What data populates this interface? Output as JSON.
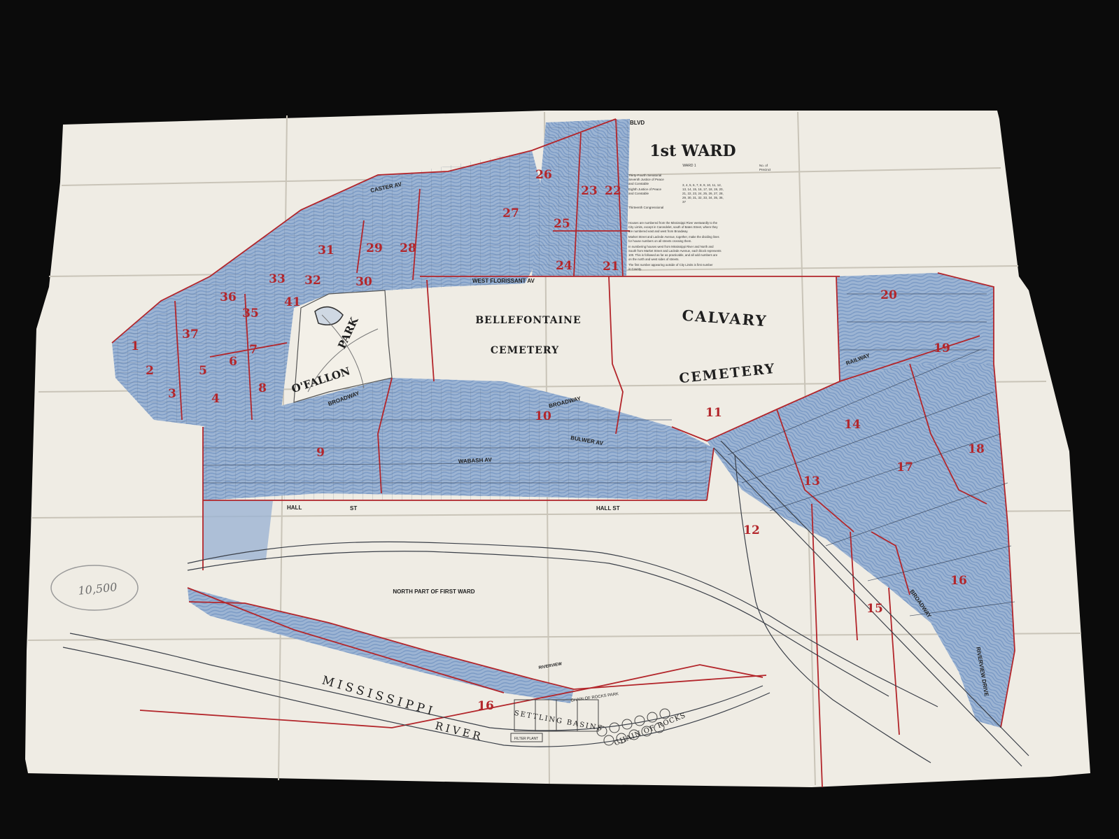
{
  "title": "1st WARD",
  "legend": {
    "table_heading": "WARD 1",
    "col_heads": [
      "No. of",
      "Precinct"
    ],
    "rows": [
      "Thirty-Fourth Senatorial",
      "Seventh Justice of Peace",
      "and Constable",
      "Eighth Justice of Peace",
      "and Constable",
      "Thirteenth Congressional"
    ],
    "precinct_list": [
      "3, 4, 5, 6, 7, 8, 9, 10, 11, 12,",
      "13, 14, 15, 16, 17, 18, 19, 20,",
      "21, 22, 23, 24, 25, 26, 27, 28,",
      "29, 30, 31, 32, 33, 34, 35, 36,",
      "37"
    ],
    "notes": [
      "Houses are numbered from the Mississippi River westwardly to the",
      "City Limits, except in Carondelet, south of Bates Street, where they",
      "are numbered east and west from Broadway.",
      "Market Street and Laclede Avenue, together, make the dividing lines",
      "for house numbers on all streets crossing them.",
      "In numbering houses west from Mississippi River and North and",
      "South from Market Street and Laclede Avenue, each block represents",
      "100. This is followed as far as practicable, and all odd numbers are",
      "on the north and west sides of streets.",
      "The first number appearing outside of City Limits is first number",
      "in County."
    ]
  },
  "areas": {
    "bellefontaine_1": "BELLEFONTAINE",
    "bellefontaine_2": "CEMETERY",
    "calvary_1": "CALVARY",
    "calvary_2": "CEMETERY",
    "ofallon": "O'FALLON",
    "park": "PARK",
    "north_part": "NORTH PART OF FIRST WARD",
    "mississippi": "MISSISSIPPI",
    "river": "RIVER",
    "chain_of_rocks": "CHAIN OF ROCKS",
    "chain_park": "CHAIN OF ROCKS PARK",
    "settling_basins": "SETTLING BASINS",
    "filter_plant": "FILTER PLANT",
    "pencil_note": "10,500"
  },
  "streets": {
    "broadway_1": "BROADWAY",
    "broadway_2": "BROADWAY",
    "broadway_3": "BROADWAY",
    "bulwer": "BULWER AV",
    "wabash": "WABASH AV",
    "hall_1": "HALL",
    "hall_2": "ST",
    "hall_3": "HALL ST",
    "west_florissant": "WEST FLORISSANT AV",
    "riverview": "RIVERVIEW DRIVE",
    "railway": "RAILWAY",
    "caster": "CASTER AV",
    "blvd": "BLVD",
    "riverview_2": "RIVERVIEW"
  },
  "precincts": [
    {
      "n": "1"
    },
    {
      "n": "2"
    },
    {
      "n": "3"
    },
    {
      "n": "4"
    },
    {
      "n": "5"
    },
    {
      "n": "6"
    },
    {
      "n": "7"
    },
    {
      "n": "8"
    },
    {
      "n": "9"
    },
    {
      "n": "10"
    },
    {
      "n": "11"
    },
    {
      "n": "12"
    },
    {
      "n": "13"
    },
    {
      "n": "14"
    },
    {
      "n": "15"
    },
    {
      "n": "16"
    },
    {
      "n": "17"
    },
    {
      "n": "18"
    },
    {
      "n": "19"
    },
    {
      "n": "20"
    },
    {
      "n": "21"
    },
    {
      "n": "22"
    },
    {
      "n": "23"
    },
    {
      "n": "24"
    },
    {
      "n": "25"
    },
    {
      "n": "26"
    },
    {
      "n": "27"
    },
    {
      "n": "28"
    },
    {
      "n": "29"
    },
    {
      "n": "30"
    },
    {
      "n": "31"
    },
    {
      "n": "32"
    },
    {
      "n": "33"
    },
    {
      "n": "35"
    },
    {
      "n": "36"
    },
    {
      "n": "37"
    },
    {
      "n": "41"
    },
    {
      "n": "16"
    }
  ],
  "colors": {
    "paper": "#efece4",
    "shade": "#9cb4d3",
    "red": "#b3262b",
    "ink": "#3a3f48"
  }
}
